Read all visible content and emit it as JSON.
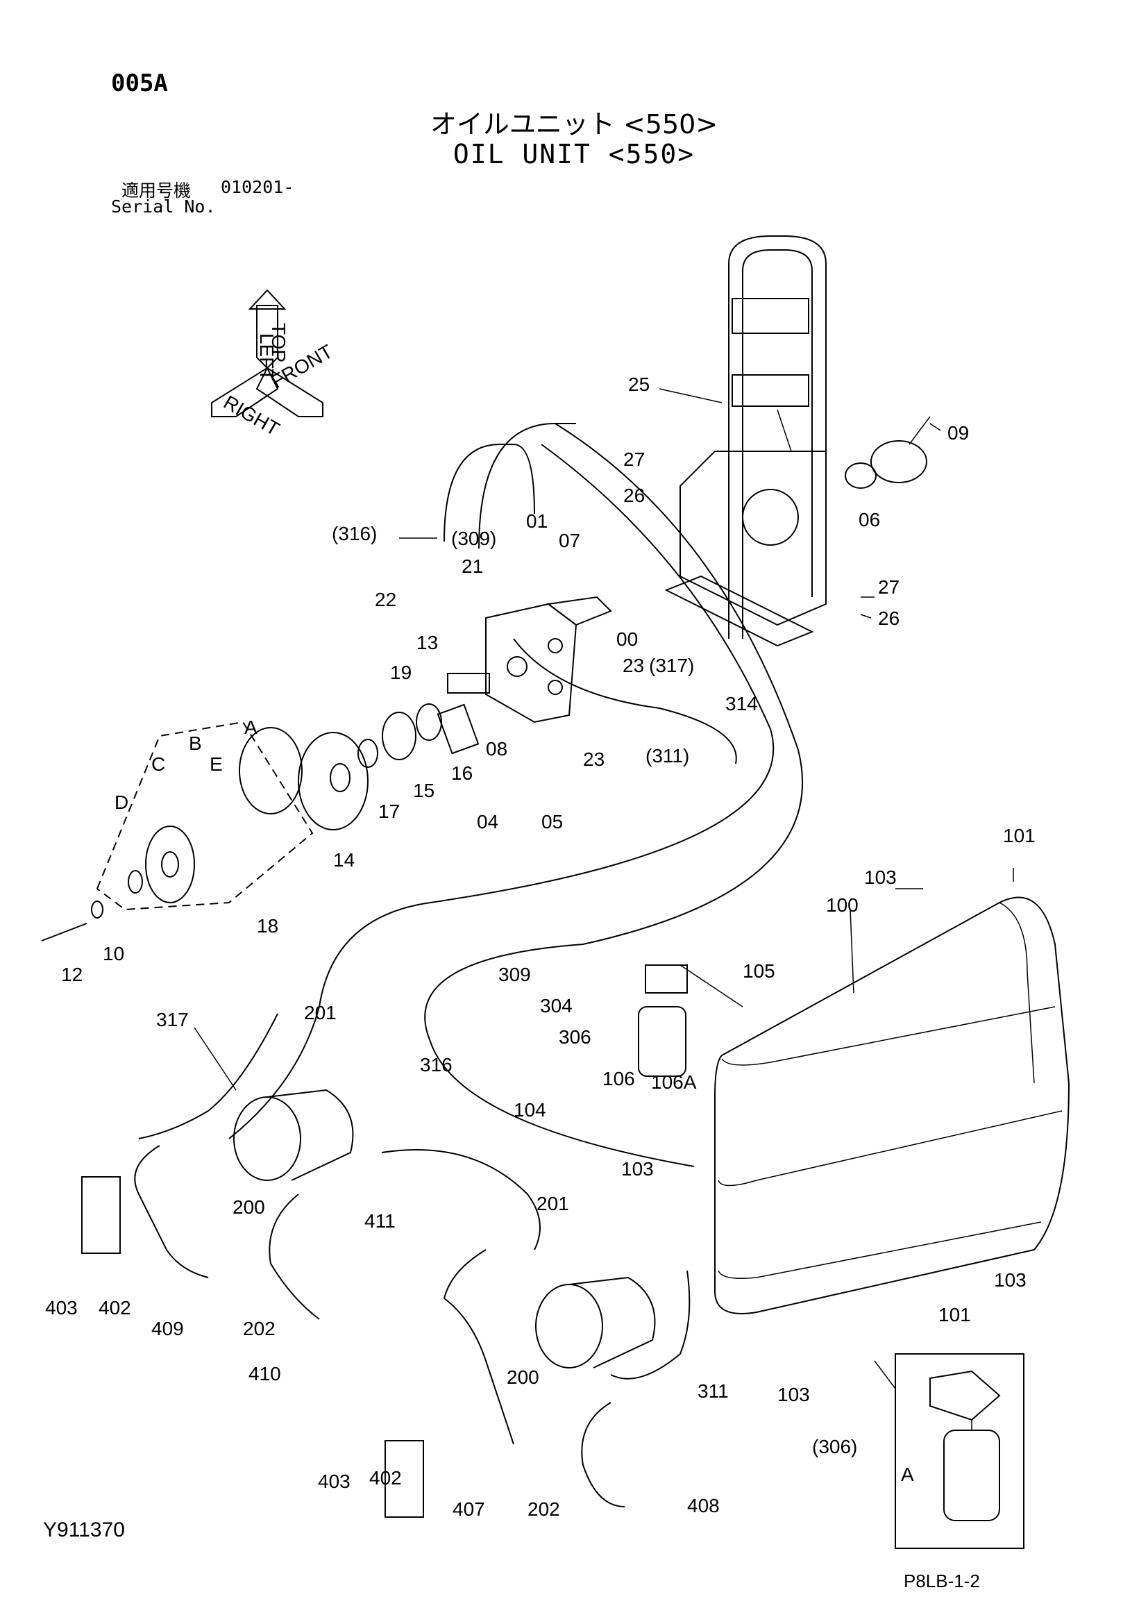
{
  "header": {
    "code": "005A",
    "title_jp": "オイルユニット <550>",
    "title_en": "OIL UNIT <550>",
    "serial_label_jp": "適用号機",
    "serial_value": "010201-",
    "serial_label_en": "Serial No."
  },
  "footer": {
    "drawing_number": "Y911370",
    "sheet_number": "P8LB-1-2"
  },
  "orientation": {
    "labels": [
      "TOP",
      "LEFT",
      "FRONT",
      "RIGHT"
    ]
  },
  "callouts": [
    "25",
    "09",
    "27",
    "26",
    "06",
    "(316)",
    "(309)",
    "01",
    "07",
    "21",
    "22",
    "27",
    "26",
    "00",
    "13",
    "19",
    "23",
    "(317)",
    "314",
    "08",
    "16",
    "23",
    "(311)",
    "A",
    "E",
    "B",
    "C",
    "D",
    "15",
    "17",
    "14",
    "04",
    "05",
    "18",
    "12",
    "10",
    "101",
    "103",
    "100",
    "309",
    "304",
    "105",
    "306",
    "316",
    "317",
    "201",
    "104",
    "106",
    "106A",
    "200",
    "103",
    "411",
    "201",
    "403",
    "402",
    "409",
    "202",
    "410",
    "200",
    "103",
    "101",
    "103",
    "311",
    "403",
    "402",
    "407",
    "202",
    "408",
    "(306)",
    "A"
  ]
}
